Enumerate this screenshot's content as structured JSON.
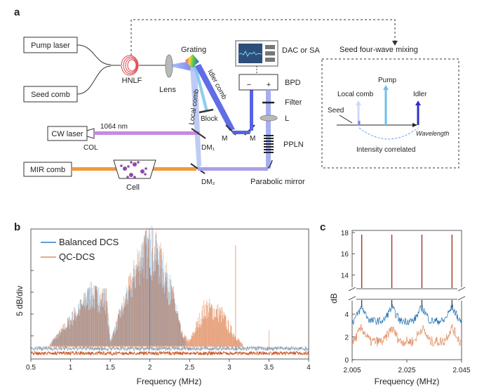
{
  "panel_a": {
    "label": "a",
    "pump_laser": "Pump laser",
    "seed_comb": "Seed comb",
    "hnlf": "HNLF",
    "lens": "Lens",
    "grating": "Grating",
    "local_comb": "Local comb",
    "idler_comb": "Idler comb",
    "block": "Block",
    "dac_or_sa": "DAC or SA",
    "bpd": "BPD",
    "bpd_minus": "−",
    "bpd_plus": "+",
    "filter": "Filter",
    "l": "L",
    "ppln": "PPLN",
    "mirror_left": "M",
    "mirror_right": "M",
    "cw_laser": "CW laser",
    "wavelength_1064": "1064 nm",
    "col": "COL",
    "dm1": "DM₁",
    "dm2": "DM₂",
    "mir_comb": "MIR comb",
    "cell": "Cell",
    "parabolic_mirror": "Parabolic mirror",
    "seed_fwm": "Seed four-wave mixing",
    "inset": {
      "local_comb": "Local comb",
      "pump": "Pump",
      "idler": "Idler",
      "seed": "Seed",
      "wavelength": "Wavelength",
      "intensity_correlated": "Intensity correlated"
    }
  },
  "panel_b": {
    "label": "b",
    "ylabel": "5 dB/div",
    "xlabel": "Frequency (MHz)",
    "legend": [
      "Balanced DCS",
      "QC-DCS"
    ],
    "colors": {
      "balanced": "#2f7fc1",
      "qc": "#e08a5c",
      "qc_dark": "#cf5a28"
    }
  },
  "panel_c": {
    "label": "c",
    "ylabel": "dB",
    "xlabel": "Frequency (MHz)"
  },
  "chart_data": [
    {
      "type": "line",
      "title": "",
      "xlabel": "Frequency (MHz)",
      "ylabel": "5 dB/div",
      "xlim": [
        0.5,
        4
      ],
      "x_ticks": [
        "0.5",
        "1",
        "1.5",
        "2",
        "2.5",
        "3",
        "3.5",
        "4"
      ],
      "grid": false,
      "legend_position": "top-left",
      "series": [
        {
          "name": "Balanced DCS",
          "color": "#2f7fc1",
          "envelope_x": [
            0.5,
            0.7,
            1.0,
            1.25,
            1.45,
            1.5,
            1.7,
            1.9,
            2.0,
            2.1,
            2.3,
            2.4,
            2.5,
            3.0,
            3.5,
            4.0
          ],
          "envelope_y": [
            0,
            0.1,
            4,
            7.5,
            7,
            1,
            7,
            13.5,
            14,
            13,
            7,
            2,
            0,
            0,
            0,
            0
          ]
        },
        {
          "name": "QC-DCS",
          "color": "#e08a5c",
          "envelope_x": [
            0.5,
            0.7,
            1.0,
            1.25,
            1.45,
            1.5,
            1.7,
            1.9,
            2.0,
            2.1,
            2.3,
            2.4,
            2.5,
            2.7,
            2.9,
            3.0,
            3.2,
            4.0
          ],
          "envelope_y": [
            0,
            0.1,
            4,
            7.5,
            7,
            1,
            7,
            13.5,
            14,
            13,
            7,
            2,
            1,
            6,
            5,
            3,
            0,
            0
          ]
        }
      ]
    },
    {
      "type": "line",
      "title": "",
      "xlabel": "Frequency (MHz)",
      "ylabel": "dB",
      "xlim": [
        2.005,
        2.045
      ],
      "x_ticks": [
        "2.005",
        "2.025",
        "2.045"
      ],
      "y_ticks_upper": [
        "14",
        "16",
        "18"
      ],
      "y_ticks_lower": [
        "0",
        "2",
        "4"
      ],
      "broken_y_axis": true,
      "peaks_x": [
        2.0085,
        2.0195,
        2.0305,
        2.0415
      ],
      "series": [
        {
          "name": "Balanced DCS",
          "color": "#1f6fb0",
          "baseline": 3.4
        },
        {
          "name": "QC-DCS",
          "color": "#e08a5c",
          "baseline": 1.6
        }
      ]
    }
  ]
}
